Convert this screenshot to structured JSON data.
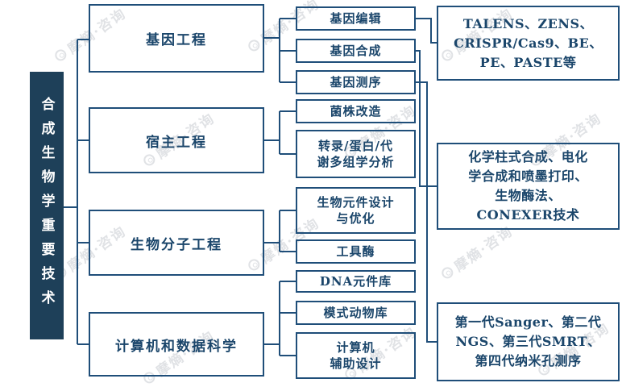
{
  "watermark": {
    "text": "摩熵·咨询"
  },
  "root": {
    "label": "合成生物学重要技术"
  },
  "branches": [
    {
      "label": "基因工程",
      "children": [
        {
          "label": "基因编辑"
        },
        {
          "label": "基因合成"
        },
        {
          "label": "基因测序"
        }
      ]
    },
    {
      "label": "宿主工程",
      "children": [
        {
          "label": "菌株改造"
        },
        {
          "label": "转录/蛋白/代\n谢多组学分析"
        }
      ]
    },
    {
      "label": "生物分子工程",
      "children": [
        {
          "label": "生物元件设计\n与优化"
        },
        {
          "label": "工具酶"
        }
      ]
    },
    {
      "label": "计算机和数据科学",
      "children": [
        {
          "label": "DNA元件库"
        },
        {
          "label": "模式动物库"
        },
        {
          "label": "计算机\n辅助设计"
        }
      ]
    }
  ],
  "annotations": [
    {
      "linked_to": "基因编辑",
      "text": "TALENS、ZENS、\nCRISPR/Cas9、BE、\nPE、PASTE等"
    },
    {
      "linked_to": "基因合成",
      "text": "化学柱式合成、电化\n学合成和喷墨打印、\n生物酶法、\nCONEXER技术"
    },
    {
      "linked_to": "基因测序",
      "text": "第一代Sanger、第二代\nNGS、第三代SMRT、\n第四代纳米孔测序"
    }
  ],
  "colors": {
    "line": "#1f4e79",
    "text": "#1b466b",
    "bar_fill": "#1e4059",
    "watermark": "#c7cbd1"
  }
}
